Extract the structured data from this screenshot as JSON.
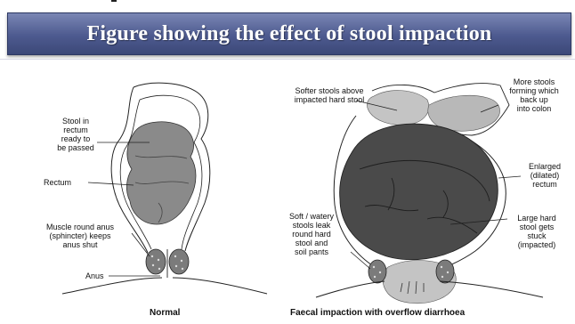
{
  "header": {
    "title": "Figure showing the effect of stool impaction"
  },
  "normal": {
    "caption": "Normal",
    "labels": {
      "stool_in_rectum": "Stool in\nrectum\nready to\nbe passed",
      "rectum": "Rectum",
      "muscle": "Muscle round anus\n(sphincter) keeps\nanus shut",
      "anus": "Anus"
    }
  },
  "impaction": {
    "caption": "Faecal impaction with overflow diarrhoea",
    "labels": {
      "softer_stools": "Softer stools above\nimpacted hard stool",
      "more_stools": "More stools\nforming which\nback up\ninto colon",
      "enlarged": "Enlarged\n(dilated)\nrectum",
      "large_hard_stool": "Large hard\nstool gets\nstuck\n(impacted)",
      "soft_watery": "Soft / watery\nstools leak\nround hard\nstool and\nsoil pants"
    }
  },
  "colors": {
    "banner": "#4d5a8f",
    "normal_stool": "#8a8a8a",
    "impacted_stool": "#4a4a4a",
    "soft_stool": "#c4c4c4"
  }
}
